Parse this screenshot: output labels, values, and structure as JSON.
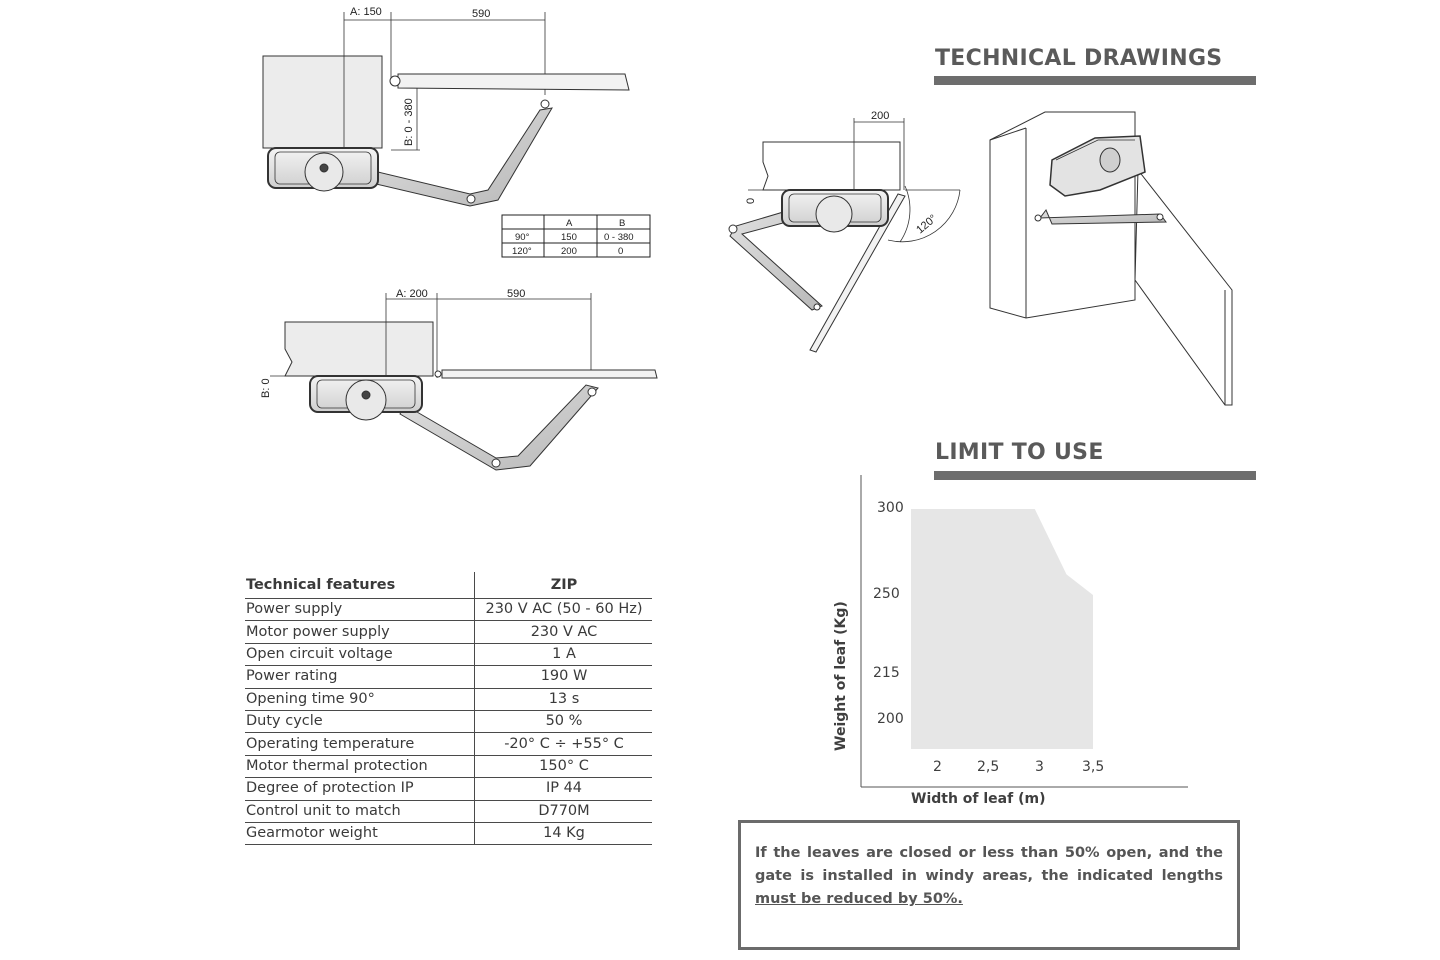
{
  "drawings": {
    "top": {
      "a_label": "A: 150",
      "length": "590",
      "b_label": "B: 0 - 380"
    },
    "bottom": {
      "a_label": "A: 200",
      "length": "590",
      "b_label": "B: 0"
    },
    "side": {
      "offset": "200",
      "zero": "0",
      "angle": "120°"
    }
  },
  "mini_table": {
    "headers": [
      "",
      "A",
      "B"
    ],
    "rows": [
      [
        "90°",
        "150",
        "0 - 380"
      ],
      [
        "120°",
        "200",
        "0"
      ]
    ]
  },
  "sections": {
    "technical_drawings": "TECHNICAL DRAWINGS",
    "limit_to_use": "LIMIT TO USE"
  },
  "features": {
    "header": [
      "Technical features",
      "ZIP"
    ],
    "rows": [
      [
        "Power supply",
        "230 V AC (50 - 60 Hz)"
      ],
      [
        "Motor power supply",
        "230 V AC"
      ],
      [
        "Open circuit voltage",
        "1 A"
      ],
      [
        "Power rating",
        "190 W"
      ],
      [
        "Opening time 90°",
        "13 s"
      ],
      [
        "Duty cycle",
        "50 %"
      ],
      [
        "Operating temperature",
        "-20° C ÷ +55° C"
      ],
      [
        "Motor thermal protection",
        "150° C"
      ],
      [
        "Degree of protection IP",
        "IP 44"
      ],
      [
        "Control unit to match",
        "D770M"
      ],
      [
        "Gearmotor weight",
        "14 Kg"
      ]
    ]
  },
  "chart_data": {
    "type": "area",
    "title": "LIMIT TO USE",
    "xlabel": "Width of leaf (m)",
    "ylabel": "Weight of leaf (Kg)",
    "x_ticks": [
      "2",
      "2,5",
      "3",
      "3,5"
    ],
    "y_ticks": [
      "200",
      "215",
      "250",
      "300"
    ],
    "boundary": [
      {
        "x": 1.75,
        "y": 187
      },
      {
        "x": 1.75,
        "y": 300
      },
      {
        "x": 2.95,
        "y": 300
      },
      {
        "x": 3.25,
        "y": 262
      },
      {
        "x": 3.5,
        "y": 250
      },
      {
        "x": 3.5,
        "y": 187
      }
    ],
    "fill_color": "#e6e6e6",
    "grid": false
  },
  "note": {
    "text": "If the leaves are closed or less than 50% open, and the gate is installed in windy areas, the indicated lengths ",
    "emphasis": "must be reduced by 50%."
  }
}
